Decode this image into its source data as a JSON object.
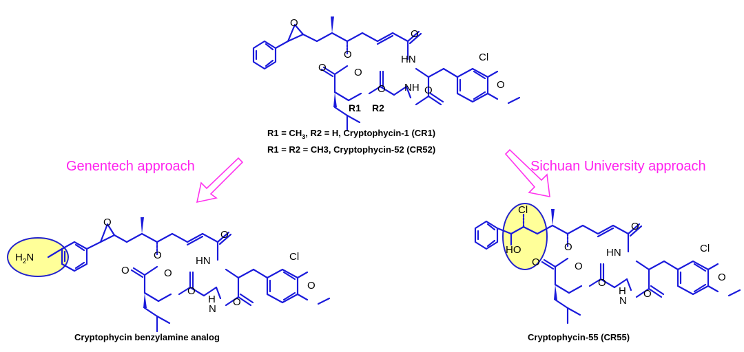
{
  "top": {
    "caption_line1_a": "R1 = CH",
    "caption_line1_sub": "3",
    "caption_line1_b": ", R2 = H, Cryptophycin-1 (CR1)",
    "caption_line2": "R1 = R2 = CH3, Cryptophycin-52 (CR52)",
    "r1": "R1",
    "r2": "R2"
  },
  "left": {
    "approach": "Genentech approach",
    "caption": "Cryptophycin benzylamine analog",
    "amine_a": "H",
    "amine_sub": "2",
    "amine_b": "N"
  },
  "right": {
    "approach": "Sichuan University  approach",
    "caption": "Cryptophycin-55 (CR55)",
    "cl": "Cl",
    "ho": "HO"
  },
  "atoms": {
    "o": "O",
    "nh": "NH",
    "hn": "HN",
    "h": "H",
    "n": "N",
    "cl": "Cl"
  },
  "colors": {
    "bond": "#1a1adb",
    "arrow": "#ff33ee",
    "approach_text": "#ff22ee",
    "highlight_fill": "#ffff99"
  }
}
